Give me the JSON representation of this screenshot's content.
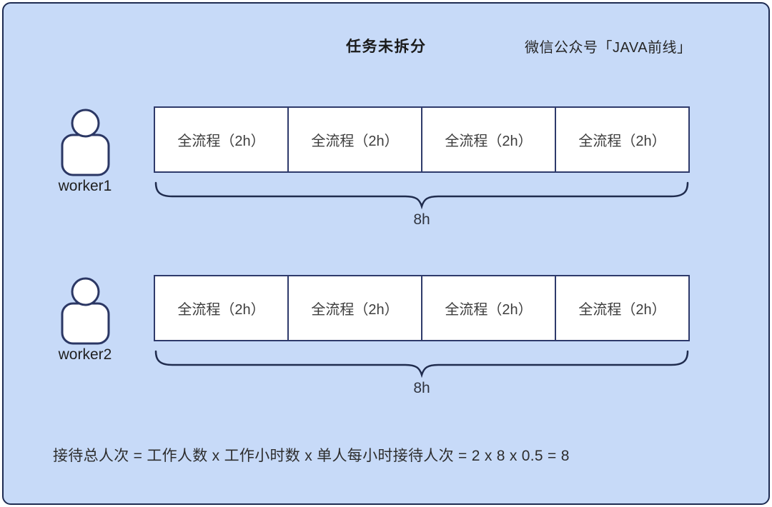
{
  "header": {
    "title": "任务未拆分",
    "brand": "微信公众号「JAVA前线」"
  },
  "rows": [
    {
      "worker_label": "worker1",
      "boxes": [
        "全流程（2h）",
        "全流程（2h）",
        "全流程（2h）",
        "全流程（2h）"
      ],
      "duration_label": "8h"
    },
    {
      "worker_label": "worker2",
      "boxes": [
        "全流程（2h）",
        "全流程（2h）",
        "全流程（2h）",
        "全流程（2h）"
      ],
      "duration_label": "8h"
    }
  ],
  "formula": "接待总人次 = 工作人数 x 工作小时数 x 单人每小时接待人次 = 2 x 8 x 0.5 = 8",
  "colors": {
    "canvas_background": "#c7daf8",
    "outer_border": "#1e2b52",
    "box_border": "#2e3a6b",
    "box_fill": "#ffffff",
    "text_dark": "#2d2d2d"
  }
}
